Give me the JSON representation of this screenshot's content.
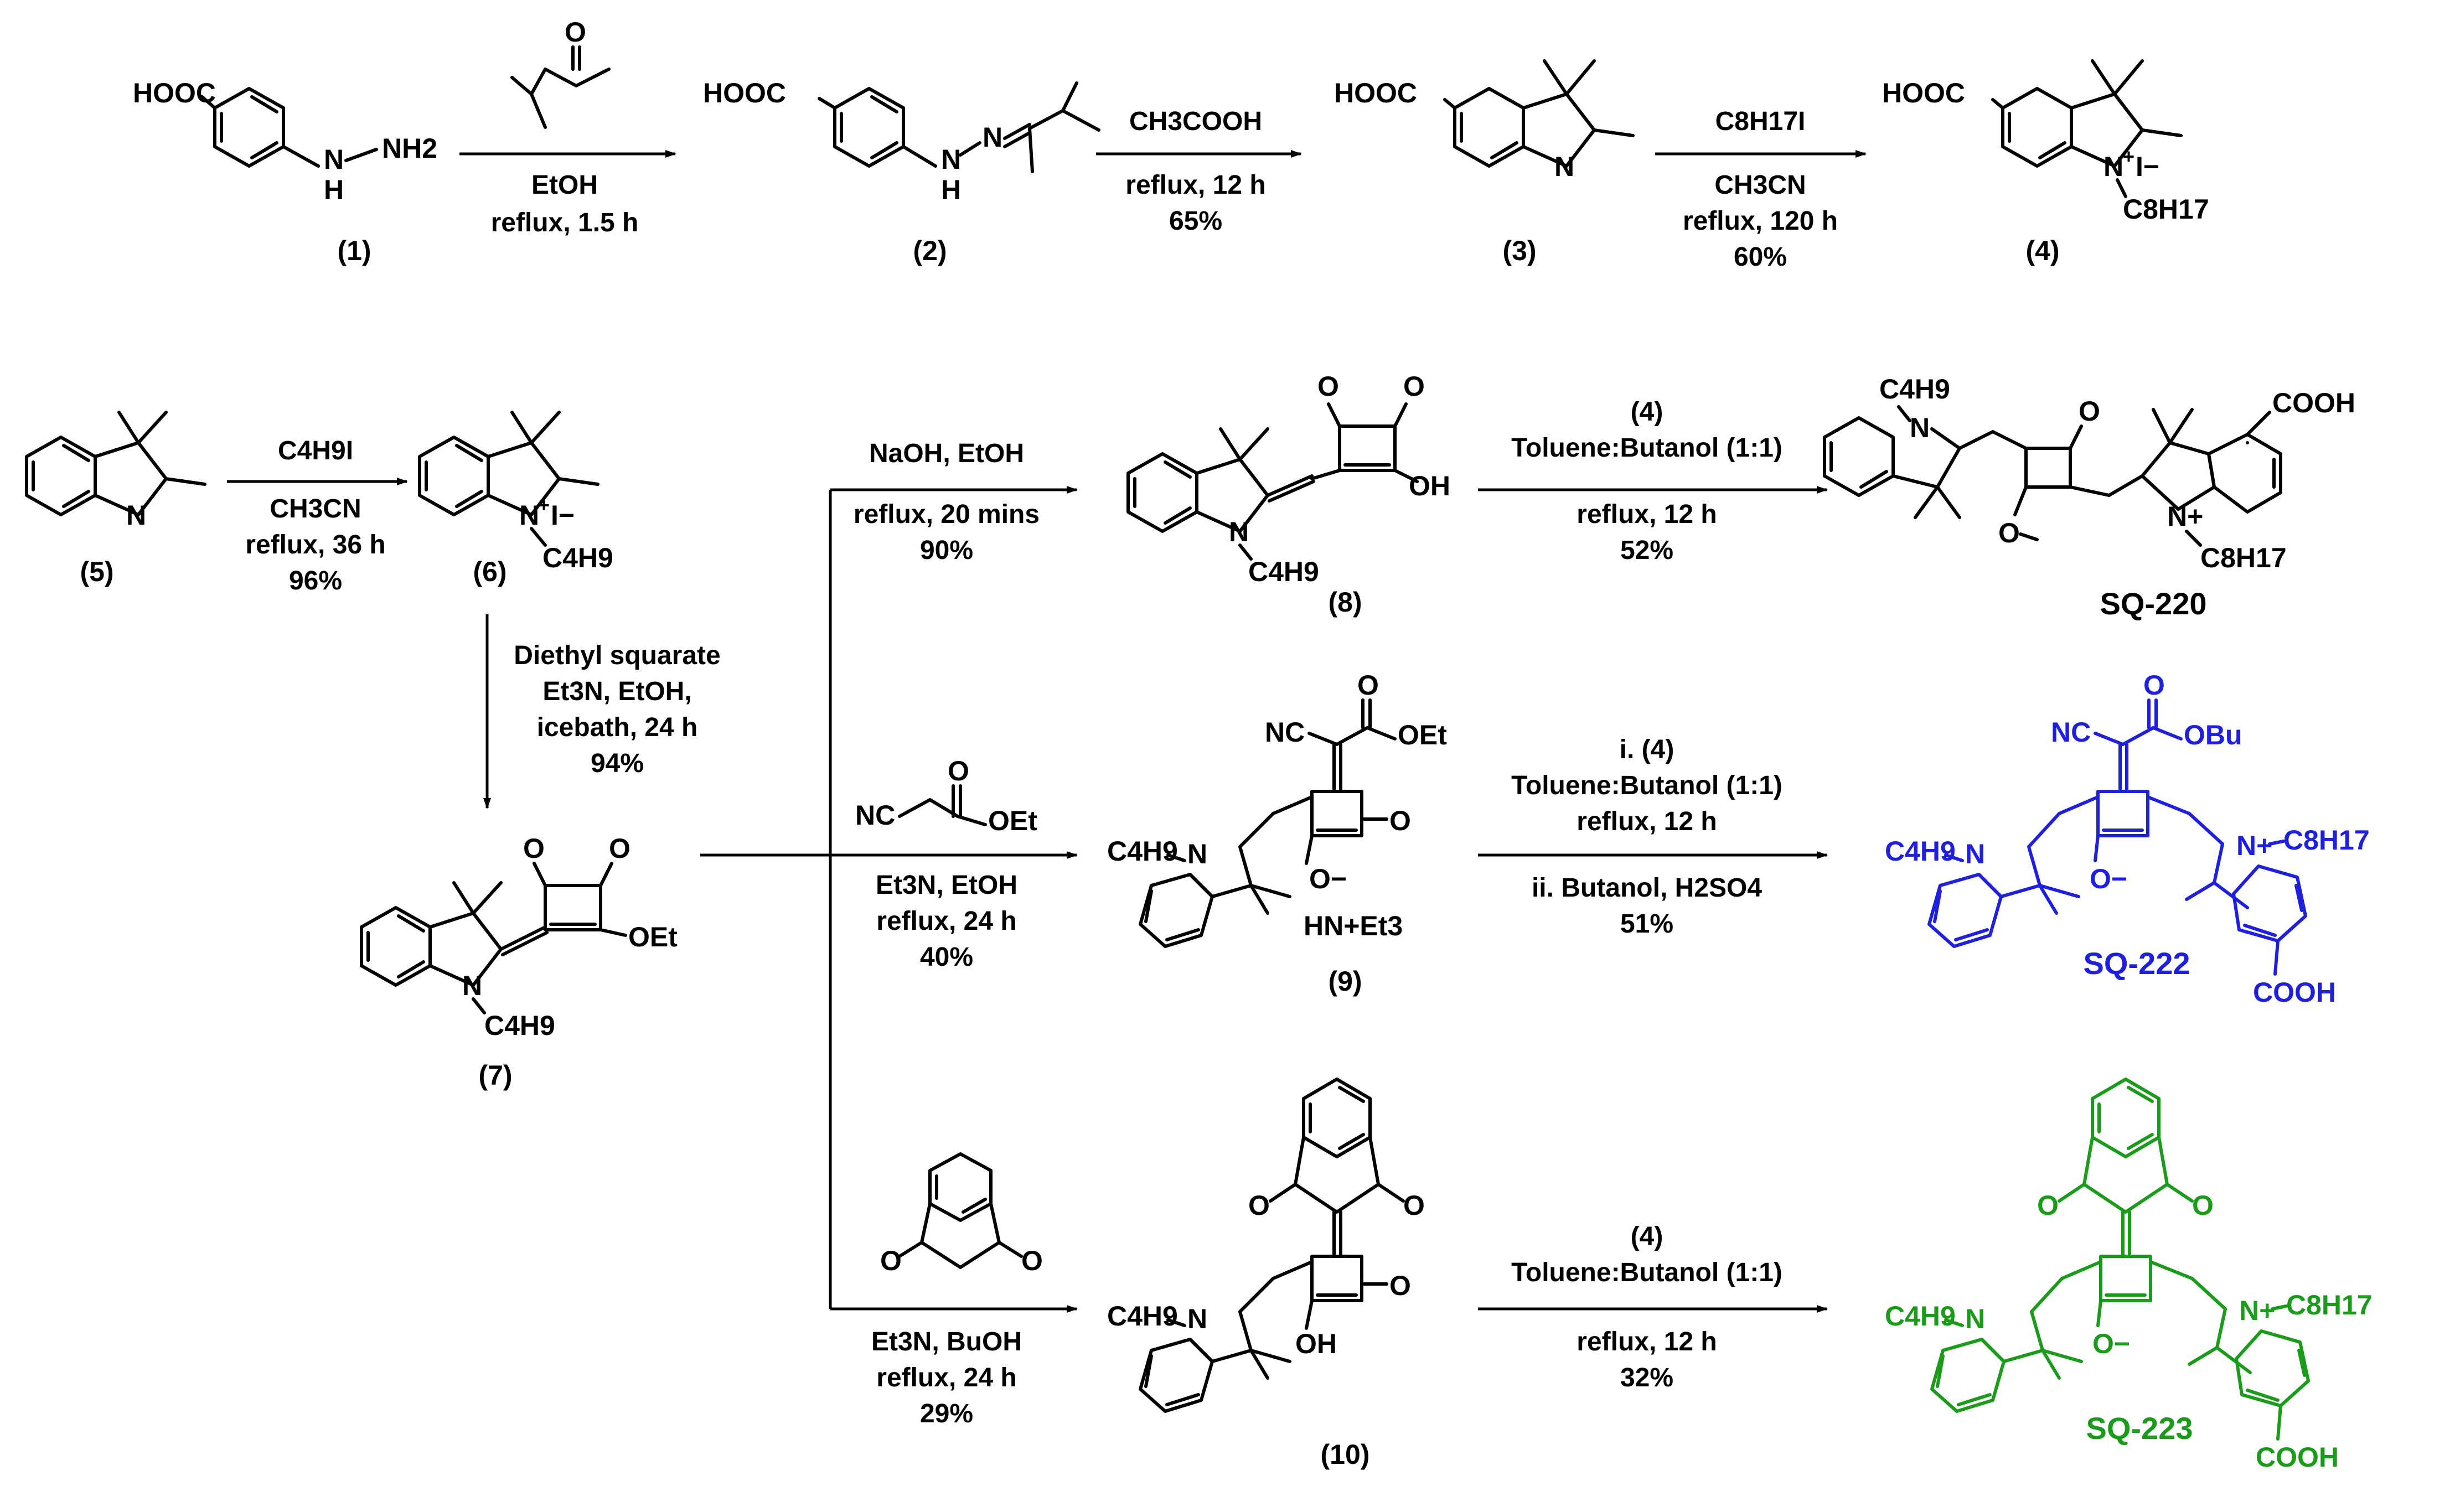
{
  "compounds": {
    "c1": {
      "number": "(1)",
      "group": "HOOC",
      "nh": "N",
      "h": "H",
      "nh2": "NH2"
    },
    "c2": {
      "number": "(2)",
      "group": "HOOC",
      "n": "N",
      "h": "H"
    },
    "c3": {
      "number": "(3)",
      "group": "HOOC",
      "n": "N"
    },
    "c4": {
      "number": "(4)",
      "group": "HOOC",
      "n": "N",
      "charge": "+",
      "iodide": "I−",
      "chain": "C8H17"
    },
    "c5": {
      "number": "(5)",
      "n": "N"
    },
    "c6": {
      "number": "(6)",
      "n": "N",
      "charge": "+",
      "iodide": "I−",
      "chain": "C4H9"
    },
    "c7": {
      "number": "(7)",
      "o1": "O",
      "o2": "O",
      "oet": "OEt",
      "n": "N",
      "chain": "C4H9"
    },
    "c8": {
      "number": "(8)",
      "o1": "O",
      "o2": "O",
      "oh": "OH",
      "n": "N",
      "chain": "C4H9"
    },
    "c9": {
      "number": "(9)",
      "nc": "NC",
      "o": "O",
      "oet": "OEt",
      "o2": "O",
      "ominus": "O−",
      "counter": "HN+Et3",
      "n": "N",
      "chain": "C4H9"
    },
    "c10": {
      "number": "(10)",
      "o1": "O",
      "o2": "O",
      "o3": "O",
      "oh": "OH",
      "n": "N",
      "chain": "C4H9"
    },
    "sq220": {
      "name": "SQ-220",
      "chain1": "C4H9",
      "n1": "N",
      "o": "O",
      "ominus": "O",
      "cooh": "COOH",
      "n2": "N+",
      "chain2": "C8H17"
    },
    "sq222": {
      "name": "SQ-222",
      "nc": "NC",
      "o": "O",
      "obu": "OBu",
      "chain1": "C4H9",
      "n1": "N",
      "ominus": "O−",
      "n2": "N+",
      "chain2": "C8H17",
      "cooh": "COOH",
      "color": "#1f1fe0"
    },
    "sq223": {
      "name": "SQ-223",
      "o1": "O",
      "o2": "O",
      "chain1": "C4H9",
      "n1": "N",
      "ominus": "O−",
      "n2": "N+",
      "chain2": "C8H17",
      "cooh": "COOH",
      "color": "#1a9b1a"
    }
  },
  "reagents": {
    "r1": {
      "ketone_o": "O",
      "line1": "EtOH",
      "line2": "reflux, 1.5 h"
    },
    "r2": {
      "line1": "CH3COOH",
      "line2": "reflux, 12 h",
      "line3": "65%"
    },
    "r3": {
      "line1": "C8H17I",
      "line2": "CH3CN",
      "line3": "reflux, 120 h",
      "line4": "60%"
    },
    "r4": {
      "line1": "C4H9I",
      "line2": "CH3CN",
      "line3": "reflux, 36 h",
      "line4": "96%"
    },
    "r5": {
      "line1": "Diethyl squarate",
      "line2": "Et3N, EtOH,",
      "line3": "icebath, 24 h",
      "line4": "94%"
    },
    "r6": {
      "line1": "NaOH, EtOH",
      "line2": "reflux, 20 mins",
      "line3": "90%"
    },
    "r7": {
      "line1": "(4)",
      "line2": "Toluene:Butanol (1:1)",
      "line3": "reflux, 12 h",
      "line4": "52%"
    },
    "r8": {
      "nc": "NC",
      "o": "O",
      "oet": "OEt",
      "line1": "Et3N, EtOH",
      "line2": "reflux, 24 h",
      "line3": "40%"
    },
    "r9": {
      "line1": "i. (4)",
      "line2": "Toluene:Butanol (1:1)",
      "line3": "reflux, 12 h",
      "line4": "ii. Butanol, H2SO4",
      "line5": "51%"
    },
    "r10": {
      "o1": "O",
      "o2": "O",
      "line1": "Et3N, BuOH",
      "line2": "reflux, 24 h",
      "line3": "29%"
    },
    "r11": {
      "line1": "(4)",
      "line2": "Toluene:Butanol (1:1)",
      "line3": "reflux, 12 h",
      "line4": "32%"
    }
  },
  "colors": {
    "blue": "#1f1fe0",
    "green": "#1a9b1a",
    "black": "#000000"
  }
}
